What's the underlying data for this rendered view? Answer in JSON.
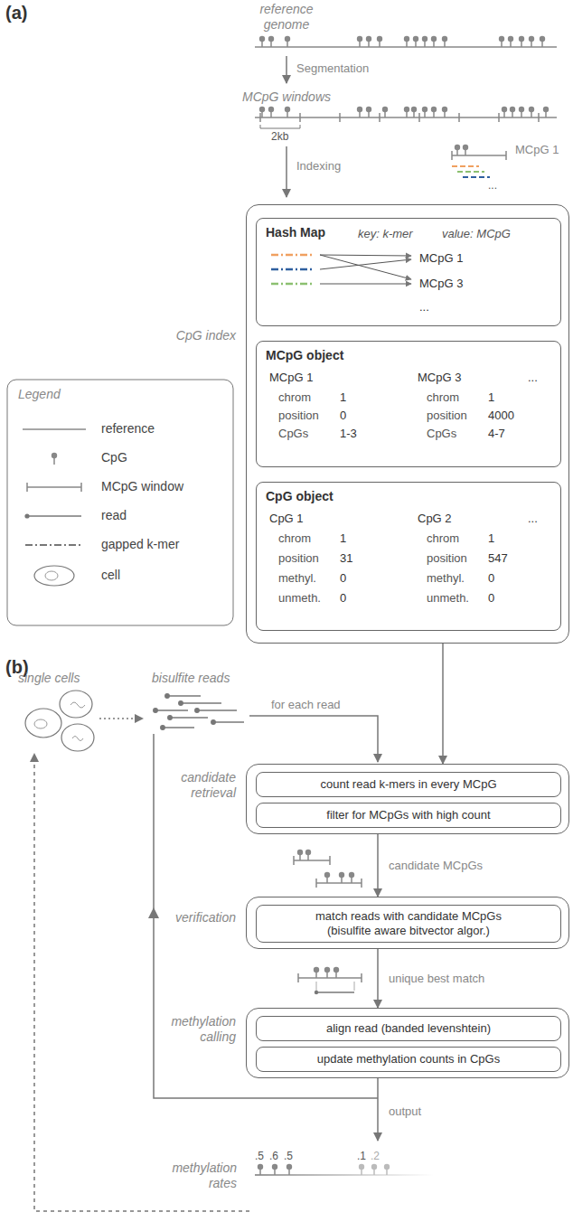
{
  "diagram": {
    "nodes": [
      {
        "text": [
          "CpG index"
        ]
      },
      {
        "text": [
          "Hash Map",
          "key: k-mer",
          "value: MCpG",
          "MCpG 1",
          "MCpG 3",
          "..."
        ],
        "in": 0
      },
      {
        "text": [
          "MCpG object",
          "MCpG 1",
          "chrom",
          "1",
          "position",
          "0",
          "CpGs",
          "1-3",
          "MCpG 3",
          "chrom",
          "1",
          "position",
          "4000",
          "CpGs",
          "4-7",
          "..."
        ],
        "in": 0
      },
      {
        "text": [
          "CpG object",
          "CpG 1",
          "chrom",
          "1",
          "position",
          "31",
          "methyl.",
          "0",
          "unmeth.",
          "0",
          "CpG 2",
          "chrom",
          "1",
          "position",
          "547",
          "methyl.",
          "0",
          "unmeth.",
          "0",
          "..."
        ],
        "in": 0
      },
      {
        "text": [
          "candidate retrieval"
        ]
      },
      {
        "text": [
          "count read k-mers in every MCpG"
        ],
        "in": 4
      },
      {
        "text": [
          "filter for MCpGs with high count"
        ],
        "in": 4
      },
      {
        "text": [
          "verification"
        ]
      },
      {
        "text": [
          "match reads with candidate MCpGs (bisulfite aware bitvector algor.)"
        ],
        "in": 7
      },
      {
        "text": [
          "methylation calling"
        ]
      },
      {
        "text": [
          "align read (banded levenshtein)"
        ],
        "in": 9
      },
      {
        "text": [
          "update methylation counts in CpGs"
        ],
        "in": 9
      }
    ],
    "edges": [
      {
        "from": 0,
        "to": 4,
        "arrow": "to"
      },
      {
        "from": 4,
        "to": 7,
        "arrow": "to",
        "label": "candidate MCpGs"
      },
      {
        "from": 7,
        "to": 9,
        "arrow": "to",
        "label": "unique best match"
      }
    ],
    "labels": [
      "(a)",
      "reference genome",
      "Segmentation",
      "MCpG windows",
      "2kb",
      "Indexing",
      "MCpG 1",
      "...",
      "Legend",
      "(b)",
      "single cells",
      "bisulfite reads",
      "for each read",
      "output",
      "methylation rates",
      ".5",
      ".6",
      ".5",
      ".1",
      ".2"
    ],
    "legend": [
      {
        "text": "reference"
      },
      {
        "text": "CpG"
      },
      {
        "text": "MCpG window"
      },
      {
        "text": "read"
      },
      {
        "text": "gapped k-mer"
      },
      {
        "text": "cell"
      }
    ]
  }
}
